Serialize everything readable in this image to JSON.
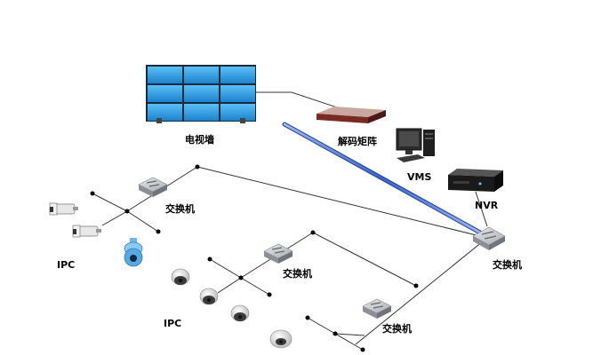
{
  "labels": {
    "video_wall": "电视墙",
    "decoder_matrix": "解码矩阵",
    "vms": "VMS",
    "nvr": "NVR",
    "switch_1": "交换机",
    "switch_2": "交换机",
    "switch_3": "交换机",
    "core_switch": "交换机",
    "ipc_group_1": "IPC",
    "ipc_group_2": "IPC"
  },
  "colors": {
    "wall_screen": "#2a9be0",
    "wall_frame": "#1a2a3a",
    "link": "#333333",
    "trunk": "#3a64c8",
    "device_dark": "#2a2a2a",
    "switch_body": "#b8bcc0"
  },
  "icons": {
    "video_wall": "video-wall-icon",
    "decoder": "decoder-icon",
    "workstation": "workstation-icon",
    "nvr": "nvr-icon",
    "switch": "switch-icon",
    "bullet_camera": "bullet-camera-icon",
    "dome_camera": "dome-camera-icon",
    "ptz_camera": "ptz-camera-icon"
  }
}
